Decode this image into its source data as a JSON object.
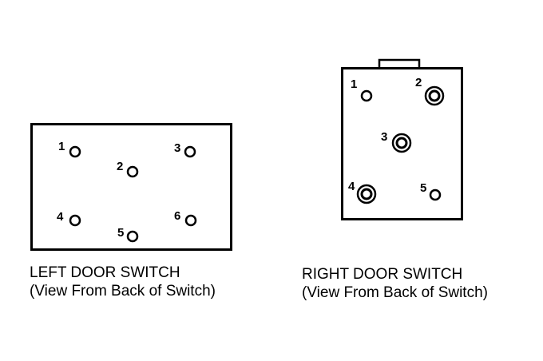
{
  "left_switch": {
    "title": "LEFT DOOR SWITCH",
    "subtitle": "(View From Back of Switch)",
    "pins": [
      {
        "label": "1",
        "type": "single"
      },
      {
        "label": "2",
        "type": "single"
      },
      {
        "label": "3",
        "type": "single"
      },
      {
        "label": "4",
        "type": "single"
      },
      {
        "label": "5",
        "type": "single"
      },
      {
        "label": "6",
        "type": "single"
      }
    ]
  },
  "right_switch": {
    "title": "RIGHT DOOR SWITCH",
    "subtitle": "(View From Back of Switch)",
    "pins": [
      {
        "label": "1",
        "type": "single"
      },
      {
        "label": "2",
        "type": "double"
      },
      {
        "label": "3",
        "type": "double"
      },
      {
        "label": "4",
        "type": "double"
      },
      {
        "label": "5",
        "type": "single"
      }
    ]
  },
  "colors": {
    "line": "#000000",
    "background": "#ffffff"
  }
}
